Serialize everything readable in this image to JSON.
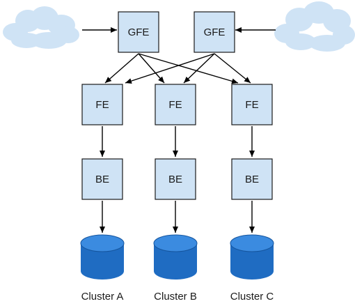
{
  "nodes": {
    "gfe_left": "GFE",
    "gfe_right": "GFE",
    "fe_a": "FE",
    "fe_b": "FE",
    "fe_c": "FE",
    "be_a": "BE",
    "be_b": "BE",
    "be_c": "BE"
  },
  "clusters": {
    "a": "Cluster A",
    "b": "Cluster B",
    "c": "Cluster C"
  },
  "colors": {
    "box_fill": "#cfe3f5",
    "cloud_fill": "#cfe3f5",
    "database_fill": "#1f6cc2"
  }
}
